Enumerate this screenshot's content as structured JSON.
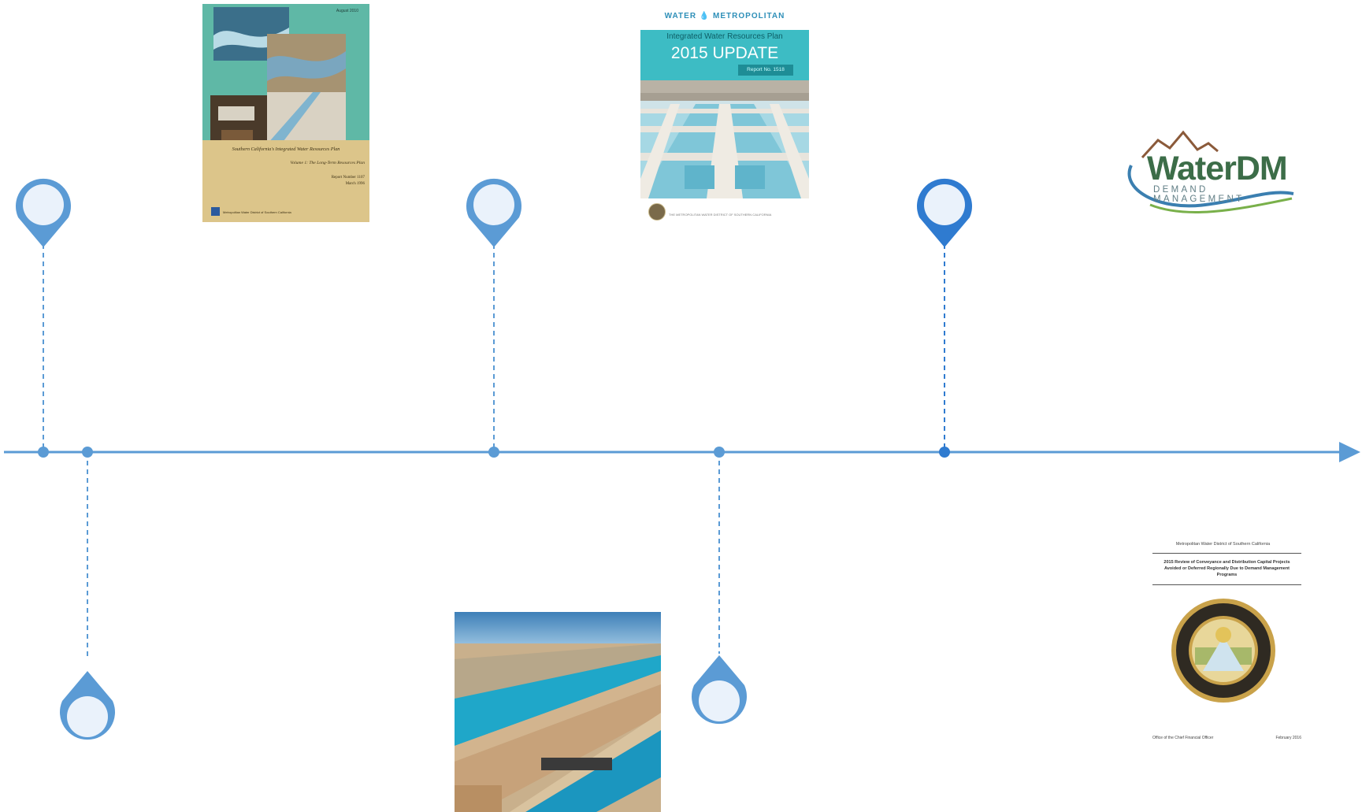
{
  "timeline": {
    "line_color": "#5b9bd5",
    "marker_dark_color": "#2f7bd0",
    "marker_fill": "#eaf2fb"
  },
  "images": {
    "report_1": {
      "date": "August 2010",
      "title": "Southern California's Integrated Water Resources Plan",
      "subtitle": "Volume 1: The Long-Term Resources Plan",
      "report_number": "Report Number 1107",
      "month": "March 1996",
      "publisher": "Metropolitan Water District of Southern California"
    },
    "report_2": {
      "brand": "WATER 💧 METROPOLITAN",
      "subtitle": "Integrated Water Resources Plan",
      "headline": "2015 UPDATE",
      "report_no": "Report No. 1518",
      "footer": "THE METROPOLITAN WATER DISTRICT OF SOUTHERN CALIFORNIA"
    },
    "logo": {
      "name": "WaterDM",
      "tagline": "DEMAND MANAGEMENT"
    },
    "report_3": {
      "org": "Metropolitan Water District of Southern California",
      "title": "2015 Review of Conveyance and Distribution Capital Projects Avoided or Deferred Regionally Due to Demand Management Programs",
      "office": "Office of the Chief Financial Officer",
      "date": "February 2016"
    }
  }
}
